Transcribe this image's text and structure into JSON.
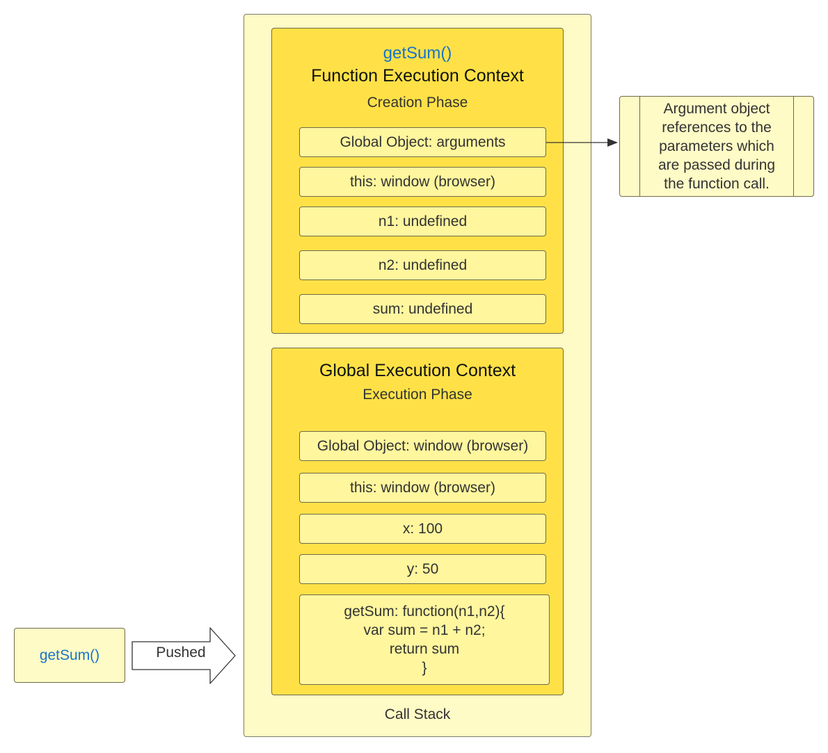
{
  "call_stack": {
    "label": "Call Stack"
  },
  "function_context": {
    "function_name": "getSum()",
    "title": "Function Execution Context",
    "phase": "Creation Phase",
    "rows": [
      "Global Object: arguments",
      "this: window (browser)",
      "n1: undefined",
      "n2: undefined",
      "sum: undefined"
    ]
  },
  "global_context": {
    "title": "Global Execution Context",
    "phase": "Execution Phase",
    "rows": [
      "Global Object: window (browser)",
      "this: window (browser)",
      "x: 100",
      "y: 50"
    ],
    "code_lines": [
      "getSum: function(n1,n2){",
      "var sum = n1 + n2;",
      "return sum",
      "}"
    ]
  },
  "note": {
    "lines": [
      "Argument object",
      "references to the",
      "parameters which",
      "are passed during",
      "the function call."
    ]
  },
  "callee": {
    "label": "getSum()"
  },
  "push_arrow": {
    "label": "Pushed"
  },
  "colors": {
    "outer_fill": "#fffbc6",
    "context_fill": "#ffe147",
    "row_fill": "#fff69e",
    "accent_blue": "#1a73c9"
  }
}
